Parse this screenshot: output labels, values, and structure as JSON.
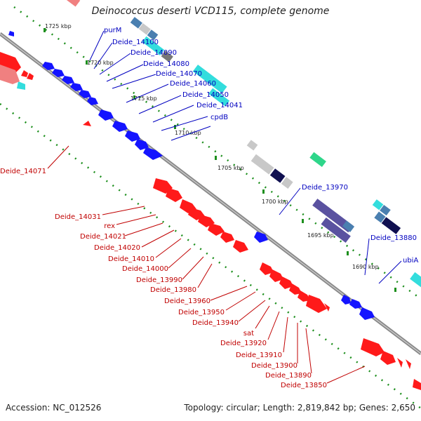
{
  "title": "Deinococcus deserti VCD115, complete genome",
  "footer": {
    "accession": "Accession: NC_012526",
    "summary": "Topology: circular; Length: 2,819,842 bp; Genes: 2,650"
  },
  "colors": {
    "forward_label": "#0000c0",
    "reverse_label": "#c00000",
    "backbone": "#8a8a8a",
    "tick": "#1d8f1d",
    "gene_red": "#ff1a1a",
    "gene_pink": "#f08080",
    "gene_blue": "#1414ff",
    "gene_cyan": "#33dddd",
    "gene_steel": "#4a7fb0",
    "gene_grey": "#c8c8c8",
    "gene_dark_grey": "#777777",
    "gene_navy": "#101050",
    "gene_purple": "#5a52a0",
    "gene_green": "#2ed68a",
    "gene_orange": "#ff8a00"
  },
  "ticks": [
    "1725 kbp",
    "1720 kbp",
    "1715 kbp",
    "1710 kbp",
    "1705 kbp",
    "1700 kbp",
    "1695 kbp",
    "1690 kbp"
  ],
  "forward_labels": [
    "purM",
    "Deide_14100",
    "Deide_14090",
    "Deide_14080",
    "Deide_14070",
    "Deide_14060",
    "Deide_14050",
    "Deide_14041",
    "cpdB",
    "Deide_13970",
    "Deide_13880",
    "ubiA"
  ],
  "reverse_labels": [
    "Deide_14071",
    "Deide_14031",
    "rex",
    "Deide_14021",
    "Deide_14020",
    "Deide_14010",
    "Deide_14000",
    "Deide_13990",
    "Deide_13980",
    "Deide_13960",
    "Deide_13950",
    "Deide_13940",
    "sat",
    "Deide_13920",
    "Deide_13910",
    "Deide_13900",
    "Deide_13890",
    "Deide_13850"
  ]
}
